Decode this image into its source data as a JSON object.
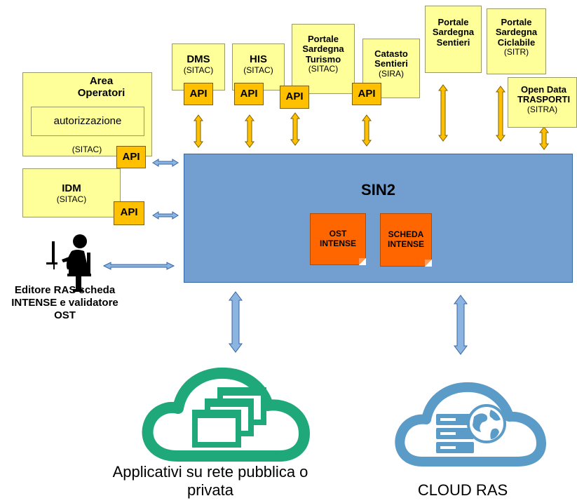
{
  "colors": {
    "system_box": "#ffff99",
    "api_badge": "#ffc000",
    "sin2_block": "#729fcf",
    "intense_note": "#ff6600",
    "arrow": "#8cb4e0",
    "cloud_apps": "#1fa87a",
    "cloud_ras": "#5b9bc8"
  },
  "api_label": "API",
  "systems": {
    "area_operatori": {
      "title": "Area Operatori",
      "auth": "autorizzazione",
      "sub": "(SITAC)"
    },
    "idm": {
      "title": "IDM",
      "sub": "(SITAC)"
    },
    "dms": {
      "title": "DMS",
      "sub": "(SITAC)"
    },
    "his": {
      "title": "HIS",
      "sub": "(SITAC)"
    },
    "portale_turismo": {
      "title": "Portale Sardegna Turismo",
      "sub": "(SITAC)"
    },
    "catasto_sentieri": {
      "title": "Catasto Sentieri",
      "sub": "(SIRA)"
    },
    "portale_sentieri": {
      "title": "Portale Sardegna Sentieri"
    },
    "portale_ciclabile": {
      "title": "Portale Sardegna Ciclabile",
      "sub": "(SITR)"
    },
    "open_data": {
      "title": "Open Data TRASPORTI",
      "sub": "(SITRA)"
    }
  },
  "sin2": {
    "title": "SIN2",
    "notes": [
      "OST INTENSE",
      "SCHEDA INTENSE"
    ]
  },
  "editor": {
    "label": "Editore RAS scheda INTENSE e validatore OST",
    "icon": "person-at-computer-icon"
  },
  "clouds": {
    "apps": {
      "label": "Applicativi su rete pubblica o privata",
      "icon": "windows-cloud-icon"
    },
    "ras": {
      "label": "CLOUD RAS",
      "icon": "server-globe-cloud-icon"
    }
  }
}
